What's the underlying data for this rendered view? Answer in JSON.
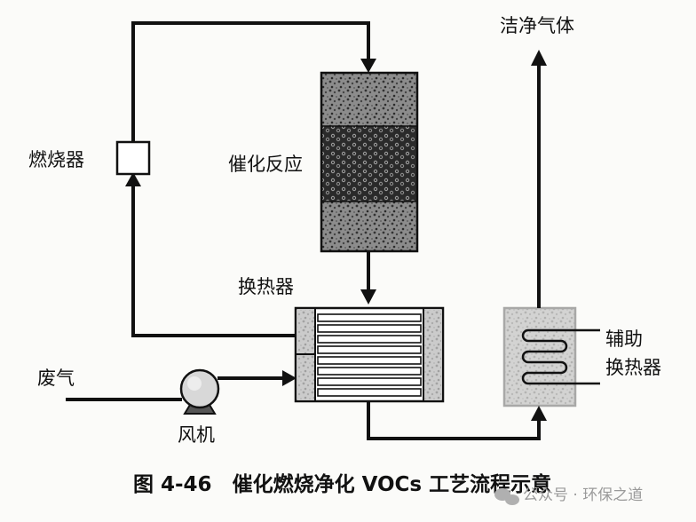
{
  "labels": {
    "burner": "燃烧器",
    "reactor": "催化反应",
    "exchanger": "换热器",
    "clean_gas": "洁净气体",
    "waste_gas": "废气",
    "fan": "风机",
    "aux_line1": "辅助",
    "aux_line2": "换热器"
  },
  "caption": "图 4-46　催化燃烧净化 VOCs 工艺流程示意",
  "watermark": "公众号 · 环保之道",
  "colors": {
    "ink": "#111111",
    "background": "#fbfbf9",
    "bed_dark": "#2a2a2a",
    "bed_light": "#8c8c8c",
    "watermark": "#9a9a9a"
  }
}
